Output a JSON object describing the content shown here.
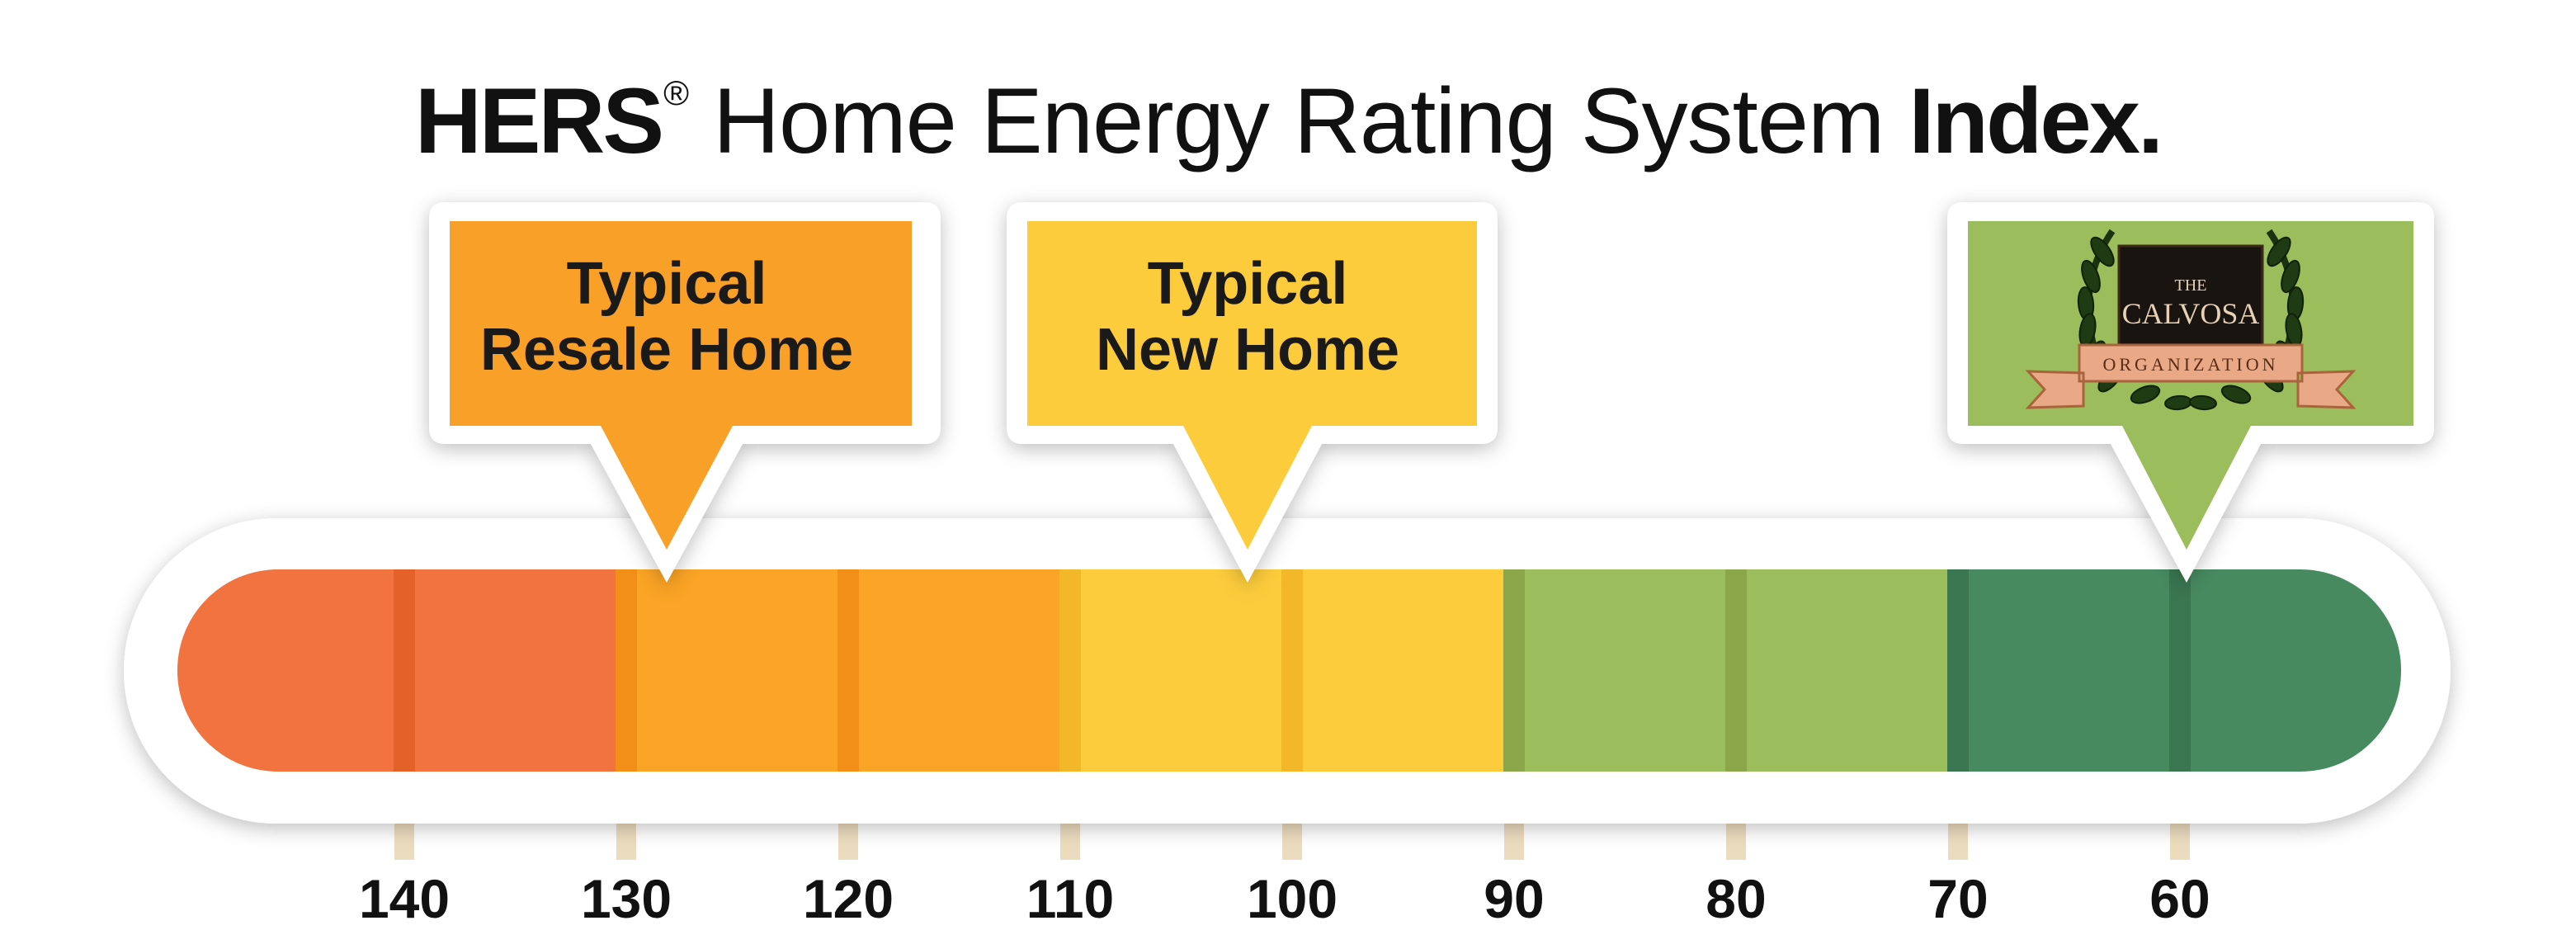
{
  "title": {
    "brand": "HERS",
    "reg": "®",
    "rest": " Home Energy Rating System ",
    "strong": "Index."
  },
  "colors": {
    "bar_segments": [
      "#f1733f",
      "#fba425",
      "#fdcc3c",
      "#9cbd5b",
      "#478a60"
    ],
    "divider_lines": [
      "#e4622a",
      "#f18f19",
      "#f2b82a",
      "#8ca64a",
      "#3a7650"
    ],
    "tick_stub": "#ecdcbf",
    "callout_resale": "#f8a028",
    "callout_new": "#fdcc3c",
    "callout_logo": "#9cbd5b"
  },
  "chart_data": {
    "type": "scale",
    "scale_direction": "descending",
    "tick_labels": [
      "140",
      "130",
      "120",
      "110",
      "100",
      "90",
      "80",
      "70",
      "60"
    ],
    "tick_values": [
      140,
      130,
      120,
      110,
      100,
      90,
      80,
      70,
      60
    ],
    "color_band_boundaries": [
      130,
      110,
      90,
      70
    ],
    "callouts": [
      {
        "lines": [
          "Typical",
          "Resale Home"
        ],
        "value": 128
      },
      {
        "lines": [
          "Typical",
          "New Home"
        ],
        "value": 101
      },
      {
        "logo": {
          "line1": "THE",
          "line2": "CALVOSA",
          "banner": "ORGANIZATION"
        },
        "value": 59
      }
    ]
  }
}
